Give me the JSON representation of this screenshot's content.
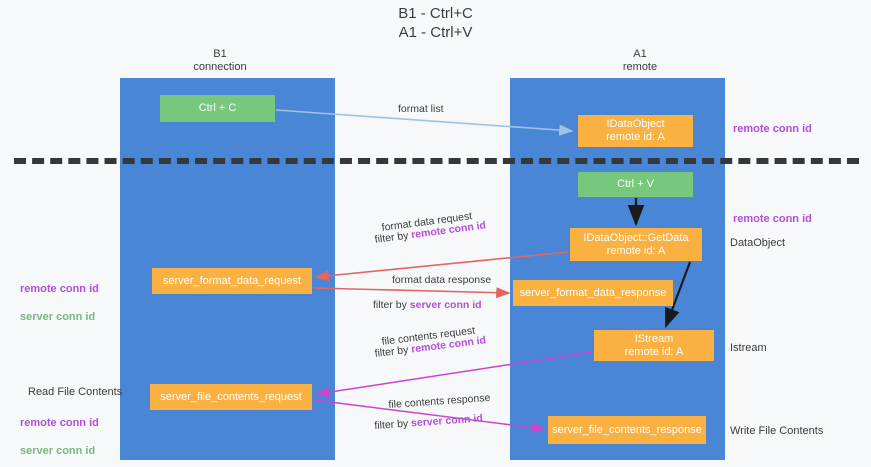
{
  "title": "B1 - Ctrl+C\nA1 - Ctrl+V",
  "columns": {
    "left": "B1\nconnection",
    "right": "A1\nremote"
  },
  "nodes": {
    "ctrl_c": "Ctrl + C",
    "idataobject": "IDataObject\nremote id: A",
    "ctrl_v": "Ctrl + V",
    "getdata": "IDataObject::GetData\nremote id: A",
    "server_format_data_request": "server_format_data_request",
    "server_format_data_response": "server_format_data_response",
    "istream": "IStream\nremote id: A",
    "server_file_contents_request": "server_file_contents_request",
    "server_file_contents_response": "server_file_contents_response"
  },
  "edge_labels": {
    "format_list": "format list",
    "format_data_request": "format data request",
    "filter_by_prefix": "filter by ",
    "remote_conn_id": "remote conn id",
    "format_data_response": "format data response",
    "server_conn_id": "server conn id",
    "file_contents_request": "file contents request",
    "file_contents_response": "file contents response"
  },
  "side_labels": {
    "remote_conn_id_top": "remote conn id",
    "remote_conn_id_mid": "remote conn id",
    "dataobject": "DataObject",
    "istream": "Istream",
    "write_file_contents": "Write File Contents",
    "read_file_contents": "Read File Contents",
    "remote_conn_id_left": "remote conn id",
    "server_conn_id_left": "server conn id"
  },
  "colors": {
    "lane": "#4a86d6",
    "node_orange": "#fbb042",
    "node_green": "#77c87c",
    "purple": "#b14fd8",
    "green_text": "#7ab87e",
    "arrow_blue": "#9dc3e6",
    "arrow_red": "#e06666",
    "arrow_magenta": "#cc44cc",
    "arrow_black": "#1a1a1a",
    "background": "#f7f8fa",
    "dashed_line": "#33383d"
  }
}
